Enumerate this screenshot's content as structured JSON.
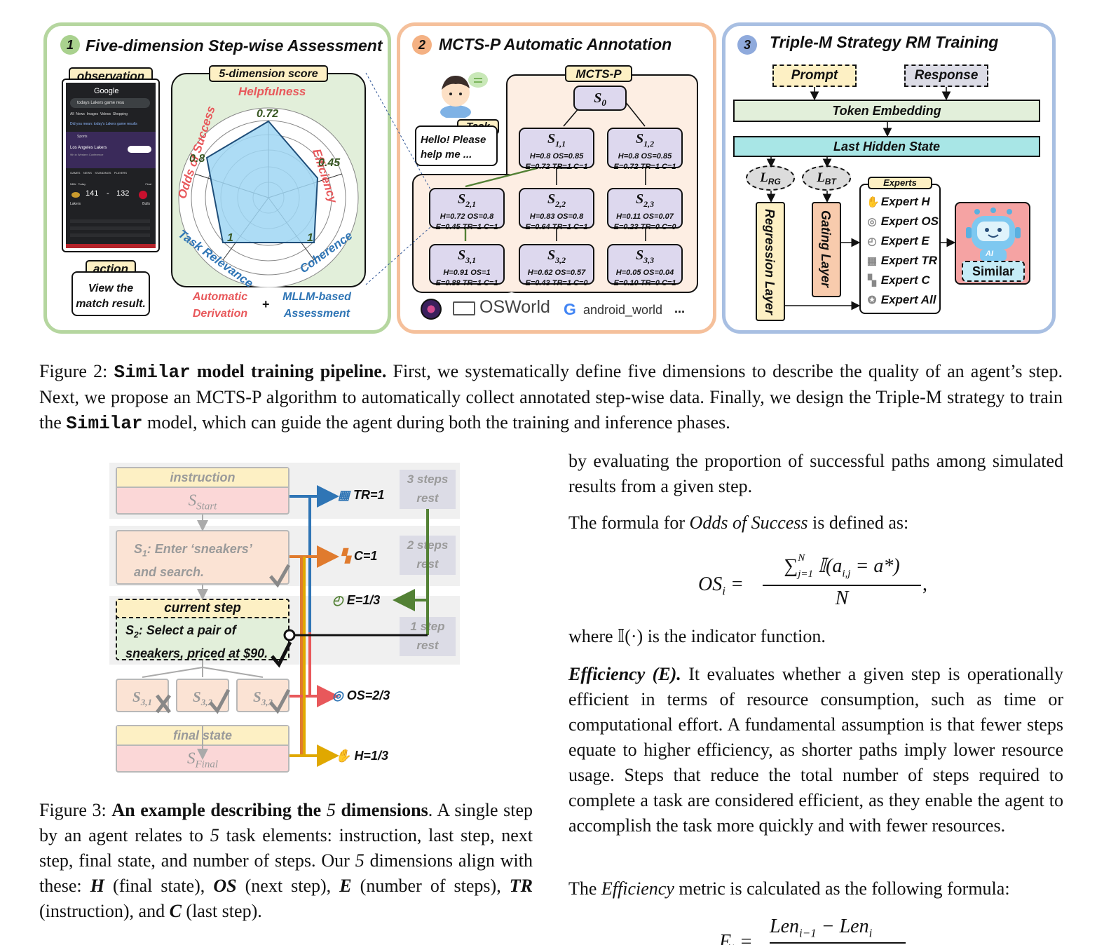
{
  "panel1": {
    "number": "1",
    "title": "Five-dimension Step-wise Assessment",
    "observation_label": "observation",
    "phone": {
      "app": "Google",
      "query": "todays Lakers game resu",
      "tabs": [
        "All",
        "News",
        "Images",
        "Videos",
        "Shopping"
      ],
      "did_you_mean": "Did you mean: today's Lakers game results",
      "section": "Sports",
      "team": "Los Angeles Lakers",
      "subtitle": "9th in Western Conference",
      "menu": [
        "GAMES",
        "NEWS",
        "STANDINGS",
        "PLAYERS"
      ],
      "league": "NBA · Today",
      "status": "Final",
      "score_home": "141",
      "score_away": "132",
      "team_home": "Lakers",
      "team_away": "Bulls"
    },
    "action_label": "action",
    "action_text_line1": "View the",
    "action_text_line2": "match result.",
    "score_label": "5-dimension score",
    "radar": {
      "axes": [
        "Helpfulness",
        "Efficiency",
        "Coherence",
        "Task Relevance",
        "Odds of Success"
      ],
      "value_labels": [
        "0.72",
        "0.45",
        "1",
        "1",
        "0.8"
      ]
    },
    "auto_line1": "Automatic",
    "auto_line2": "Derivation",
    "plus": "+",
    "mllm_line1": "MLLM-based",
    "mllm_line2": "Assessment"
  },
  "panel2": {
    "number": "2",
    "title": "MCTS-P Automatic Annotation",
    "task_label": "Task",
    "task_line1": "Hello! Please",
    "task_line2": "help me ...",
    "mcts_label": "MCTS-P",
    "root": "S0",
    "nodes": [
      {
        "s": "S",
        "sub": "1,1",
        "l1": "H=0.8  OS=0.85",
        "l2": "E=0.72  TR=1  C=1"
      },
      {
        "s": "S",
        "sub": "1,2",
        "l1": "H=0.8  OS=0.85",
        "l2": "E=0.72  TR=1  C=1"
      },
      {
        "s": "S",
        "sub": "2,1",
        "l1": "H=0.72  OS=0.8",
        "l2": "E=0.45  TR=1  C=1"
      },
      {
        "s": "S",
        "sub": "2,2",
        "l1": "H=0.83  OS=0.8",
        "l2": "E=0.64  TR=1  C=1"
      },
      {
        "s": "S",
        "sub": "2,3",
        "l1": "H=0.11  OS=0.07",
        "l2": "E=0.23  TR=0  C=0"
      },
      {
        "s": "S",
        "sub": "3,1",
        "l1": "H=0.91  OS=1",
        "l2": "E=0.88  TR=1  C=1"
      },
      {
        "s": "S",
        "sub": "3,2",
        "l1": "H=0.62  OS=0.57",
        "l2": "E=0.43  TR=1  C=0"
      },
      {
        "s": "S",
        "sub": "3,3",
        "l1": "H=0.05  OS=0.04",
        "l2": "E=0.10  TR=0  C=1"
      }
    ],
    "env_osworld": "OSWorld",
    "env_android": "android_world",
    "env_more": "..."
  },
  "panel3": {
    "number": "3",
    "title": "Triple-M Strategy RM Training",
    "prompt": "Prompt",
    "response": "Response",
    "token_embedding": "Token Embedding",
    "last_hidden": "Last Hidden State",
    "l_rg": "L",
    "l_rg_sub": "RG",
    "l_bt": "L",
    "l_bt_sub": "BT",
    "regression": "Regression Layer",
    "gating": "Gating Layer",
    "experts_label": "Experts",
    "experts": [
      "Expert H",
      "Expert OS",
      "Expert E",
      "Expert TR",
      "Expert C",
      "Expert All"
    ],
    "similar": "Similar",
    "robot_badge": "AI"
  },
  "figure2": {
    "label": "Figure 2:",
    "bold_mono": "Similar",
    "bold_rest": " model training pipeline.",
    "text1": " First, we systematically define five dimensions to describe the quality of an agent’s step. Next, we propose an MCTS-P algorithm to automatically collect annotated step-wise data. Finally, we design the Triple-M strategy to train the ",
    "mono2": "Similar",
    "text2": " model, which can guide the agent during both the training and inference phases."
  },
  "figure3_diagram": {
    "instruction": "instruction",
    "s_start": "S",
    "s_start_sub": "Start",
    "s1_a": "S",
    "s1_sub": "1",
    "s1_b": ": Enter ‘sneakers’",
    "s1_c": "and search.",
    "current_step": "current step",
    "s2_a": "S",
    "s2_sub": "2",
    "s2_b": ": Select a pair of",
    "s2_c": "sneakers, priced at $90.",
    "s31": "S",
    "s31_sub": "3,1",
    "s32": "S",
    "s32_sub": "3,2",
    "s33": "S",
    "s33_sub": "3,3",
    "final_state": "final state",
    "s_final": "S",
    "s_final_sub": "Final",
    "rest3_l1": "3 steps",
    "rest3_l2": "rest",
    "rest2_l1": "2 steps",
    "rest2_l2": "rest",
    "rest1_l1": "1 step",
    "rest1_l2": "rest",
    "tr": "TR=1",
    "c": "C=1",
    "e": "E=1/3",
    "os": "OS=2/3",
    "h": "H=1/3"
  },
  "figure3": {
    "label": "Figure 3:",
    "bold": "An example describing the",
    "num5": "5",
    "bold2": "dimensions",
    "text1": ". A single step by an agent relates to",
    "text2": "task elements: instruction, last step, next step, final state, and number of steps. Our",
    "text3": "dimensions align with these:",
    "H": "H",
    "H_t": " (final state),",
    "OS": "OS",
    "OS_t": " (next step),",
    "E": "E",
    "E_t": " (number of steps),",
    "TR": "TR",
    "TR_t": " (instruction), and",
    "C": "C",
    "C_t": " (last step)."
  },
  "right_column": {
    "p1": "by evaluating the proportion of successful paths among simulated results from a given step.",
    "p2_a": "The formula for ",
    "p2_i": "Odds of Success",
    "p2_b": " is defined as:",
    "eq1_lhs": "OS",
    "eq1_lhs_sub": "i",
    "eq1_num": "∑",
    "eq1_num_sup": "N",
    "eq1_num_sub": "j=1",
    "eq1_num_body": "𝕀(a",
    "eq1_num_body_sub": "i,j",
    "eq1_num_body_end": " = a*)",
    "eq1_den": "N",
    "p3": "where 𝕀(·) is the indicator function.",
    "p4_head": "Efficiency (E).",
    "p4": " It evaluates whether a given step is operationally efficient in terms of resource consumption, such as time or computational effort. A fundamental assumption is that fewer steps equate to higher efficiency, as shorter paths imply lower resource usage.  Steps that reduce the total number of steps required to complete a task are considered efficient, as they enable the agent to accomplish the task more quickly and with fewer resources.",
    "p5_a": "The ",
    "p5_i": "Efficiency",
    "p5_b": " metric is calculated as the following formula:",
    "eq2_lhs": "E",
    "eq2_lhs_sub": "i",
    "eq2_num_a": "Len",
    "eq2_num_a_sub": "i−1",
    "eq2_num_b": " − Len",
    "eq2_num_b_sub": "i"
  },
  "colors": {
    "panel1_border": "#b5d69f",
    "panel1_fill": "#e2efda",
    "panel2_border": "#f5c09b",
    "panel2_fill": "#fdeee3",
    "panel3_border": "#a8bfe2",
    "radar_fill": "#9fd6f3",
    "helpfulness": "#e8585b",
    "tr_line": "#2f75b5",
    "c_line": "#e07b2e",
    "e_line": "#538135",
    "os_line": "#e8585b",
    "h_line": "#e0a800"
  }
}
